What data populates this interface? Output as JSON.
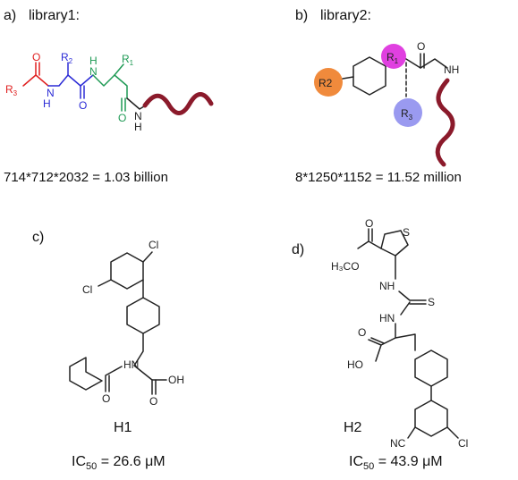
{
  "panels": {
    "a": {
      "tag": "a)",
      "title": "library1:",
      "equation": "714*712*2032 = 1.03 billion"
    },
    "b": {
      "tag": "b)",
      "title": "library2:",
      "equation": "8*1250*1152 = 11.52 million"
    },
    "c": {
      "tag": "c)",
      "compound": "H1",
      "ic50_prefix": "IC",
      "ic50_sub": "50",
      "ic50_value": " = 26.6 μM"
    },
    "d": {
      "tag": "d)",
      "compound": "H2",
      "ic50_prefix": "IC",
      "ic50_sub": "50",
      "ic50_value": " = 43.9 μM"
    }
  },
  "atoms": {
    "a": {
      "o1": "O",
      "r3": "R",
      "r3sub": "3",
      "r2": "R",
      "r2sub": "2",
      "nh1": "N",
      "h1": "H",
      "o2": "O",
      "nh2": "H",
      "n2": "N",
      "r1": "R",
      "r1sub": "1",
      "o3": "O",
      "nh3": "N",
      "h3": "H"
    },
    "b": {
      "r2": "R2",
      "r1": "R",
      "r1sub": "1",
      "o": "O",
      "nh": "NH",
      "r3": "R",
      "r3sub": "3"
    },
    "c": {
      "cl1": "Cl",
      "cl2": "Cl",
      "hn": "HN",
      "o1": "O",
      "o2": "O",
      "oh": "OH"
    },
    "d": {
      "s": "S",
      "o1": "O",
      "h3co": "H₃CO",
      "nh1": "NH",
      "s2": "S",
      "hn": "HN",
      "o2": "O",
      "ho": "HO",
      "nc": "NC",
      "cl": "Cl"
    }
  },
  "colors": {
    "red": "#e02020",
    "blue": "#2b2bd6",
    "green": "#1f9a55",
    "linker": "#8b1a2b",
    "r2_ball": "#f08a3c",
    "r1_ball": "#e040e0",
    "r3_ball": "#9a9af0"
  }
}
